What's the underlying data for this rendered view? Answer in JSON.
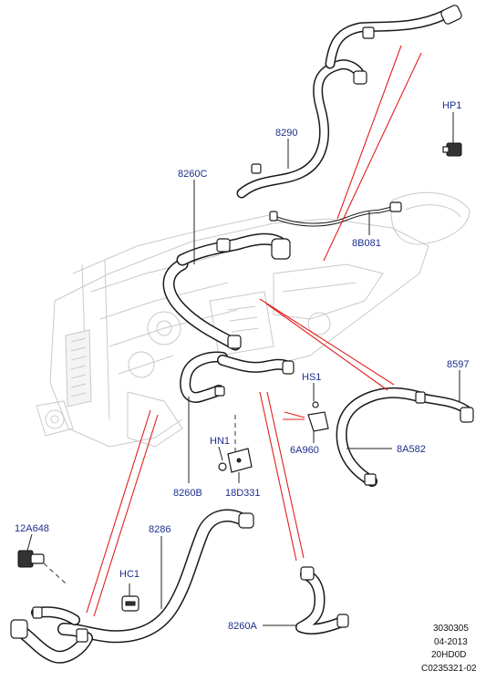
{
  "labels": {
    "hp1": "HP1",
    "p8290": "8290",
    "p8260c": "8260C",
    "p8b081": "8B081",
    "p8597": "8597",
    "hs1": "HS1",
    "p6a960": "6A960",
    "p8a582": "8A582",
    "hn1": "HN1",
    "p8260b": "8260B",
    "p18d331": "18D331",
    "p12a648": "12A648",
    "p8286": "8286",
    "hc1": "HC1",
    "p8260a": "8260A"
  },
  "footer": {
    "line1": "3030305",
    "line2": "04-2013",
    "line3": "20HD0D",
    "line4": "C0235321-02"
  },
  "colors": {
    "label_text": "#1c2f8c",
    "callout_line": "#e0201c",
    "hose": "#1a1a1a",
    "engine_outline": "#c9c9c9"
  }
}
